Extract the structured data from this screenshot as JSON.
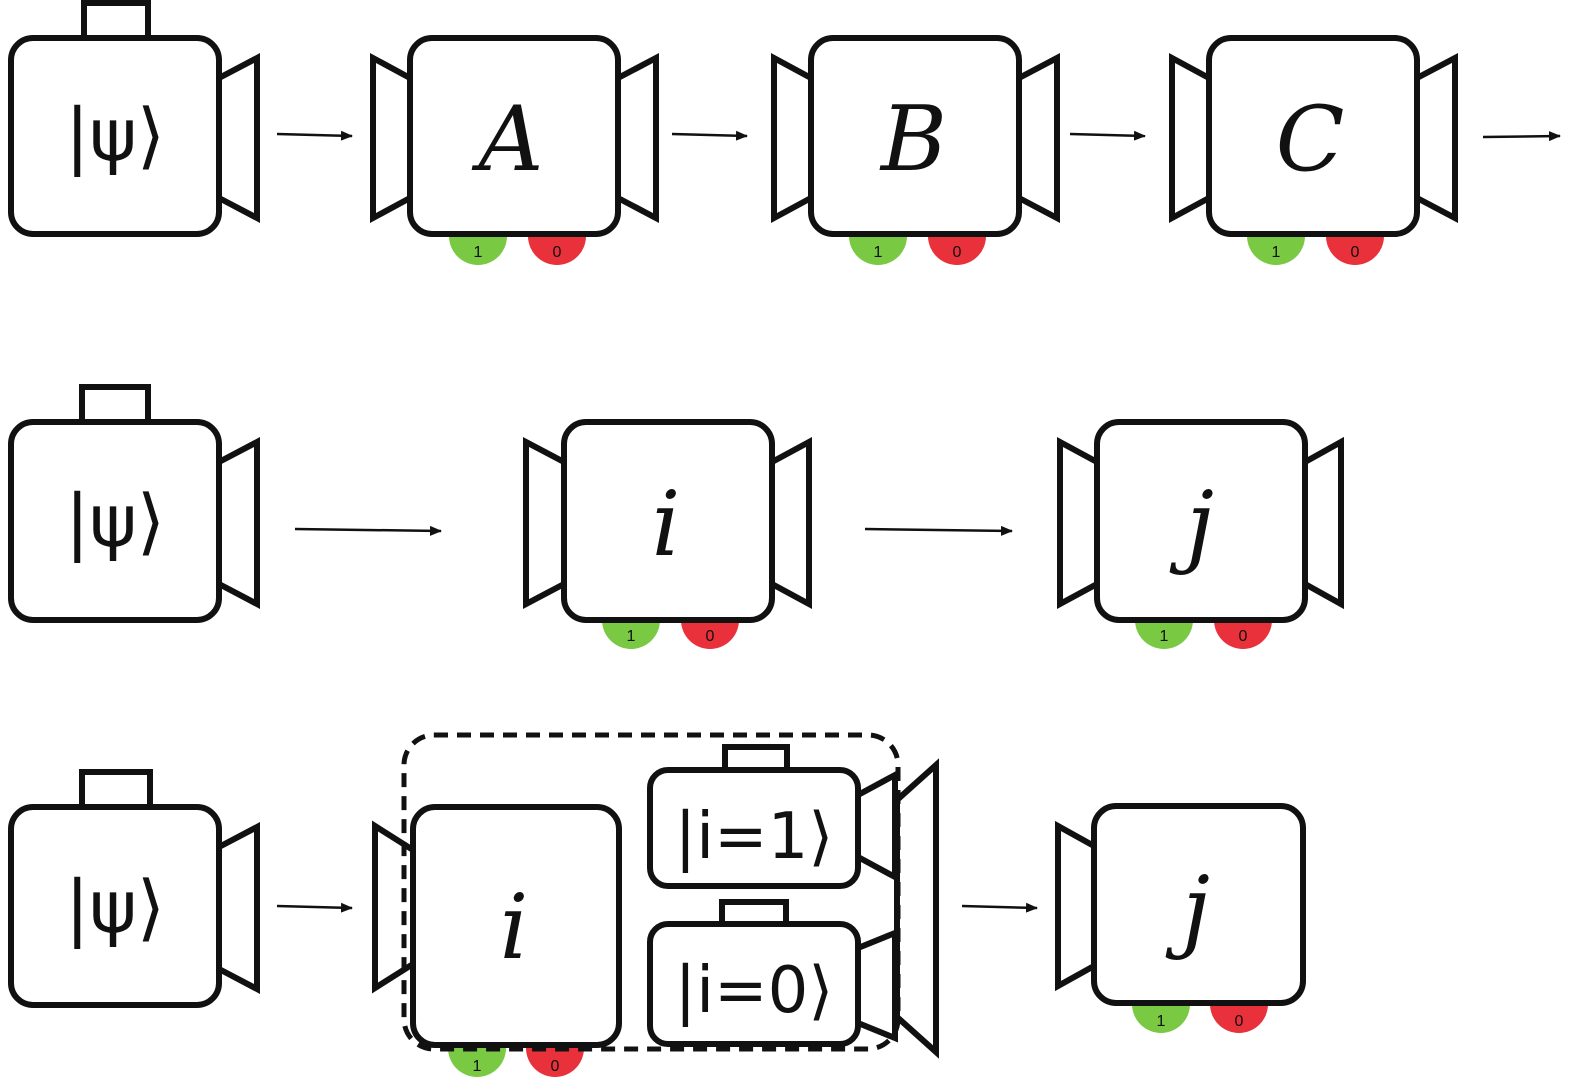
{
  "colors": {
    "one": "#7ac943",
    "zero": "#e8313a",
    "stroke": "#111111"
  },
  "outputs": {
    "one": "1",
    "zero": "0"
  },
  "row1": {
    "source_label": "|ψ⟩",
    "boxes": [
      {
        "label": "A"
      },
      {
        "label": "B"
      },
      {
        "label": "C"
      }
    ]
  },
  "row2": {
    "source_label": "|ψ⟩",
    "boxes": [
      {
        "label": "i"
      },
      {
        "label": "j"
      }
    ]
  },
  "row3": {
    "source_label": "|ψ⟩",
    "measure_label": "i",
    "prep_one_label": "|i=1⟩",
    "prep_zero_label": "|i=0⟩",
    "final_label": "j"
  }
}
